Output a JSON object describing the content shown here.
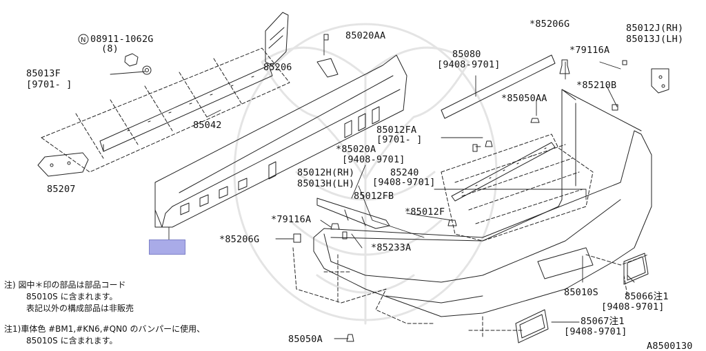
{
  "diagram": {
    "colors": {
      "line": "#222222",
      "highlight": "#a9abe8",
      "watermark": "#e4e4e4"
    },
    "labels": {
      "l08911": "08911-1062G",
      "l08911_qty": "(8)",
      "l85013F": "85013F",
      "l85013F_date": "[9701-        ]",
      "l85042": "85042",
      "l85207": "85207",
      "l85206": "85206",
      "l85020AA": "85020AA",
      "l85080": "85080",
      "l85080_date": "[9408-9701]",
      "l85206G_top": "*85206G",
      "l79116A_top": "*79116A",
      "l85012J": "85012J(RH)",
      "l85013J": "85013J(LH)",
      "l85210B": "*85210B",
      "l85050AA": "*85050AA",
      "l85012FA": "85012FA",
      "l85012FA_date": "[9701-        ]",
      "l85020A": "*85020A",
      "l85020A_date": "[9408-9701]",
      "l85012H": "85012H(RH)",
      "l85013H": "85013H(LH)",
      "l85240": "85240",
      "l85240_date": "[9408-9701]",
      "l85012FB": "85012FB",
      "l85012F": "*85012F",
      "l79116A_mid": "*79116A",
      "l85206G_mid": "*85206G",
      "l85233A": "*85233A",
      "l85010S": "85010S",
      "l85066": "85066注1",
      "l85066_date": "[9408-9701]",
      "l85067": "85067注1",
      "l85067_date": "[9408-9701]",
      "l85050A": "85050A",
      "code": "A8500130"
    },
    "notes": {
      "note1_line1": "注)  図中＊印の部品は部品コード",
      "note1_line2": "85010S  に含まれます。",
      "note1_line3": "表記以外の構成部品は非販売",
      "note2_line1": "注1)車体色 #BM1,#KN6,#QN0 のバンパーに使用、",
      "note2_line2": "85010S  に含まれます。"
    }
  }
}
